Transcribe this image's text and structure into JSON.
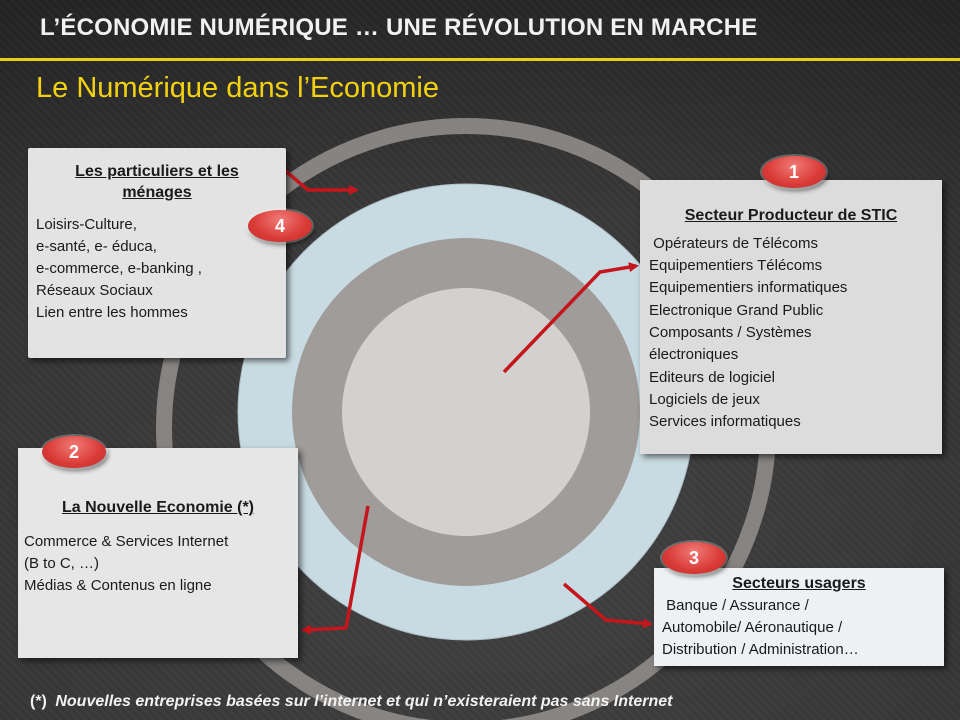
{
  "header": {
    "title": "L’économie numérique … une révolution en marche",
    "subtitle": "Le Numérique dans l’Economie"
  },
  "colors": {
    "accent_yellow": "#e9cf14",
    "badge_red": "#e0413e",
    "arrow_red": "#c4161c",
    "inner_ring_gray": "#9f9c99",
    "disc_light_blue": "#c9dbe2"
  },
  "boxes": {
    "particuliers": {
      "title": "Les particuliers et les ménages",
      "lines": [
        "Loisirs-Culture,",
        "e-santé, e- éduca,",
        "e-commerce, e-banking ,",
        "Réseaux Sociaux",
        "Lien entre les hommes"
      ]
    },
    "producteur": {
      "title": "Secteur Producteur de STIC",
      "lines": [
        " Opérateurs de Télécoms",
        "Equipementiers Télécoms",
        "Equipementiers informatiques",
        "Electronique Grand Public",
        "Composants / Systèmes",
        "électroniques",
        "Editeurs de logiciel",
        "Logiciels de jeux",
        "Services informatiques"
      ]
    },
    "nouvelle": {
      "title": "La Nouvelle Economie (*)",
      "lines": [
        "Commerce & Services Internet",
        "(B to C, …)",
        "Médias & Contenus en ligne"
      ]
    },
    "usagers": {
      "title": "Secteurs usagers",
      "lines": [
        " Banque / Assurance /",
        "Automobile/ Aéronautique /",
        "Distribution / Administration…"
      ]
    }
  },
  "badges": {
    "b1": "1",
    "b2": "2",
    "b3": "3",
    "b4": "4"
  },
  "footnote": {
    "mark": "(*)",
    "text": "Nouvelles entreprises basées sur l’internet et qui n’existeraient pas sans Internet"
  }
}
